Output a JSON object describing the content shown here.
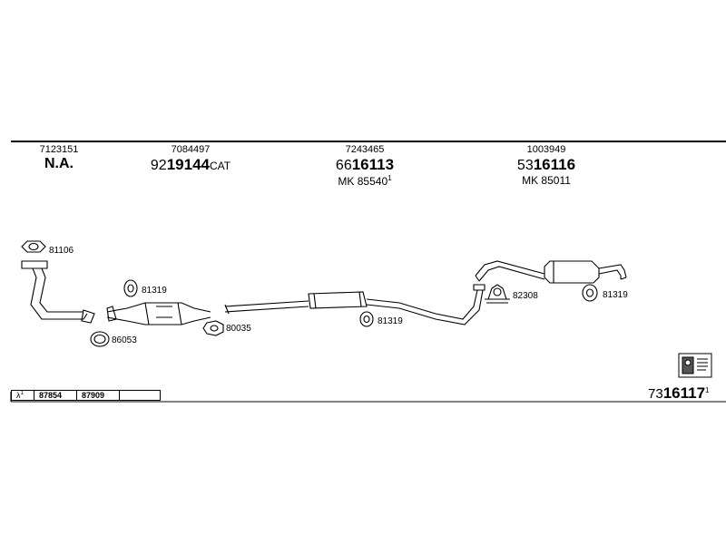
{
  "header": {
    "columns": [
      {
        "top": "7123151",
        "main": "N.A."
      },
      {
        "top": "7084497",
        "main_prefix": "92",
        "main_bold": "19144",
        "main_suffix": "CAT"
      },
      {
        "top": "7243465",
        "main_prefix": "66",
        "main_bold": "16113",
        "mk": "MK  85540",
        "mk_sup": "1"
      },
      {
        "top": "1003949",
        "main_prefix": "53",
        "main_bold": "16116",
        "mk": "MK  85011"
      }
    ]
  },
  "parts": {
    "p81106": "81106",
    "p86053": "86053",
    "p81319a": "81319",
    "p80035": "80035",
    "p81319b": "81319",
    "p82308": "82308",
    "p81319c": "81319"
  },
  "footer": {
    "lambda": "λ",
    "lambda_sup": "1",
    "cells": [
      "87854",
      "87909"
    ],
    "ref_prefix": "73",
    "ref_bold": "16117",
    "ref_sup": "1"
  },
  "icon": "book-icon"
}
